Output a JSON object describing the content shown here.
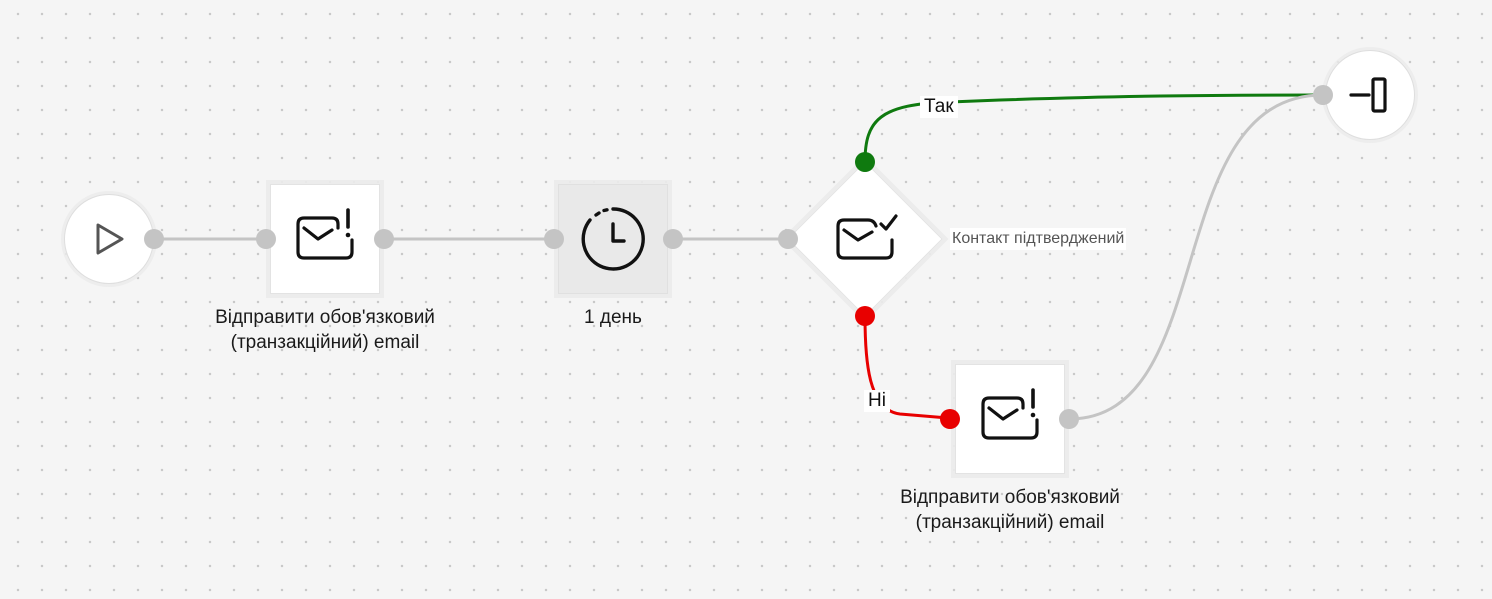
{
  "nodes": {
    "start": {
      "icon": "play-icon"
    },
    "email_1": {
      "icon": "mail-alert-icon",
      "label_line1": "Відправити обов'язковий",
      "label_line2": "(транзакційний) email"
    },
    "delay": {
      "icon": "clock-icon",
      "label": "1 день"
    },
    "condition": {
      "icon": "mail-check-icon",
      "label": "Контакт підтверджений"
    },
    "email_2": {
      "icon": "mail-alert-icon",
      "label_line1": "Відправити обов'язковий",
      "label_line2": "(транзакційний) email"
    },
    "exit": {
      "icon": "exit-icon"
    }
  },
  "edges": {
    "yes_label": "Так",
    "no_label": "Ні"
  },
  "colors": {
    "connector": "#c4c4c4",
    "yes": "#0f7a0f",
    "no": "#e80000"
  }
}
